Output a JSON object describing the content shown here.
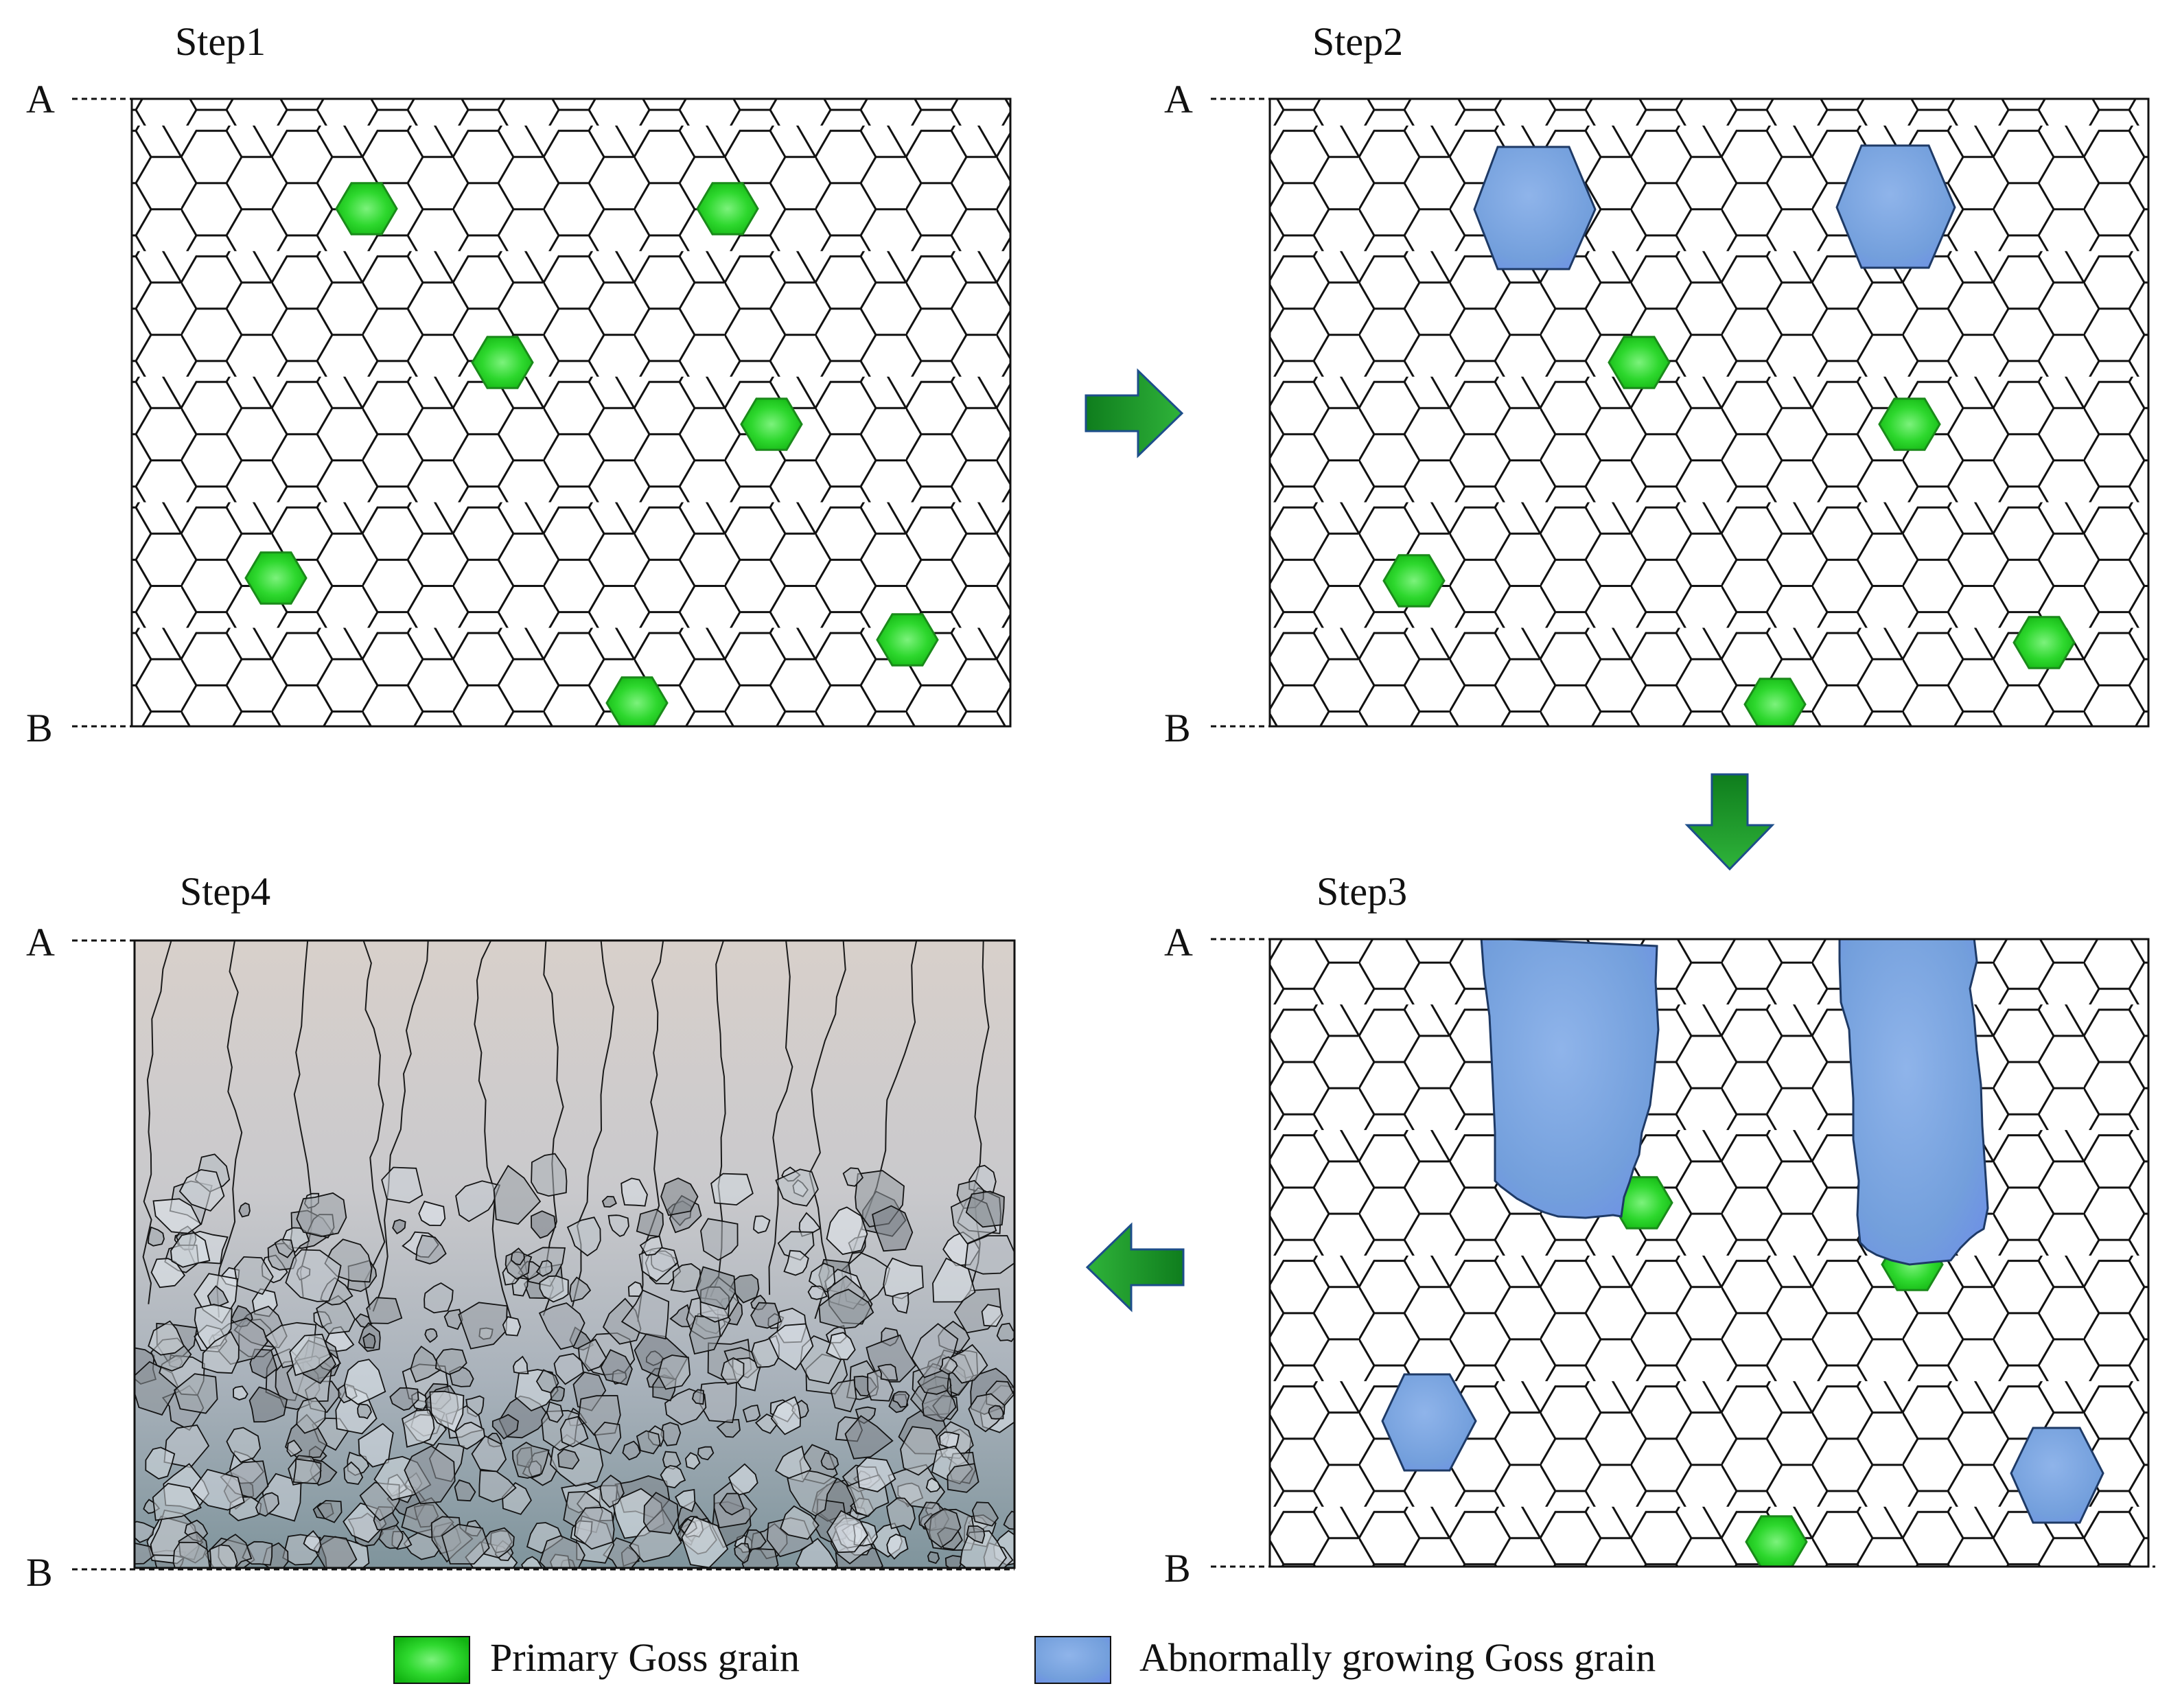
{
  "panels": {
    "step1": {
      "title": "Step1",
      "label_top": "A",
      "label_bottom": "B",
      "primary_goss_grains": 7
    },
    "step2": {
      "title": "Step2",
      "label_top": "A",
      "label_bottom": "B",
      "primary_goss_grains": 5,
      "abnormal_goss_grains": 2
    },
    "step3": {
      "title": "Step3",
      "label_top": "A",
      "label_bottom": "B",
      "primary_goss_grains": 3,
      "abnormal_goss_grains": 4
    },
    "step4": {
      "title": "Step4",
      "label_top": "A",
      "label_bottom": "B"
    }
  },
  "legend": {
    "primary_label": "Primary Goss grain",
    "abnormal_label": "Abnormally growing Goss grain"
  },
  "colors": {
    "primary": "#22d422",
    "primary_edge": "#1a8a1a",
    "abnormal": "#7aa6e0",
    "abnormal_edge": "#1e3a66",
    "arrow": "#1f9a2a",
    "arrow_edge": "#1d4e8a",
    "grid_line": "#111111"
  },
  "icons": {
    "arrow_right": "right-arrow-icon",
    "arrow_down": "down-arrow-icon",
    "arrow_left": "left-arrow-icon"
  }
}
